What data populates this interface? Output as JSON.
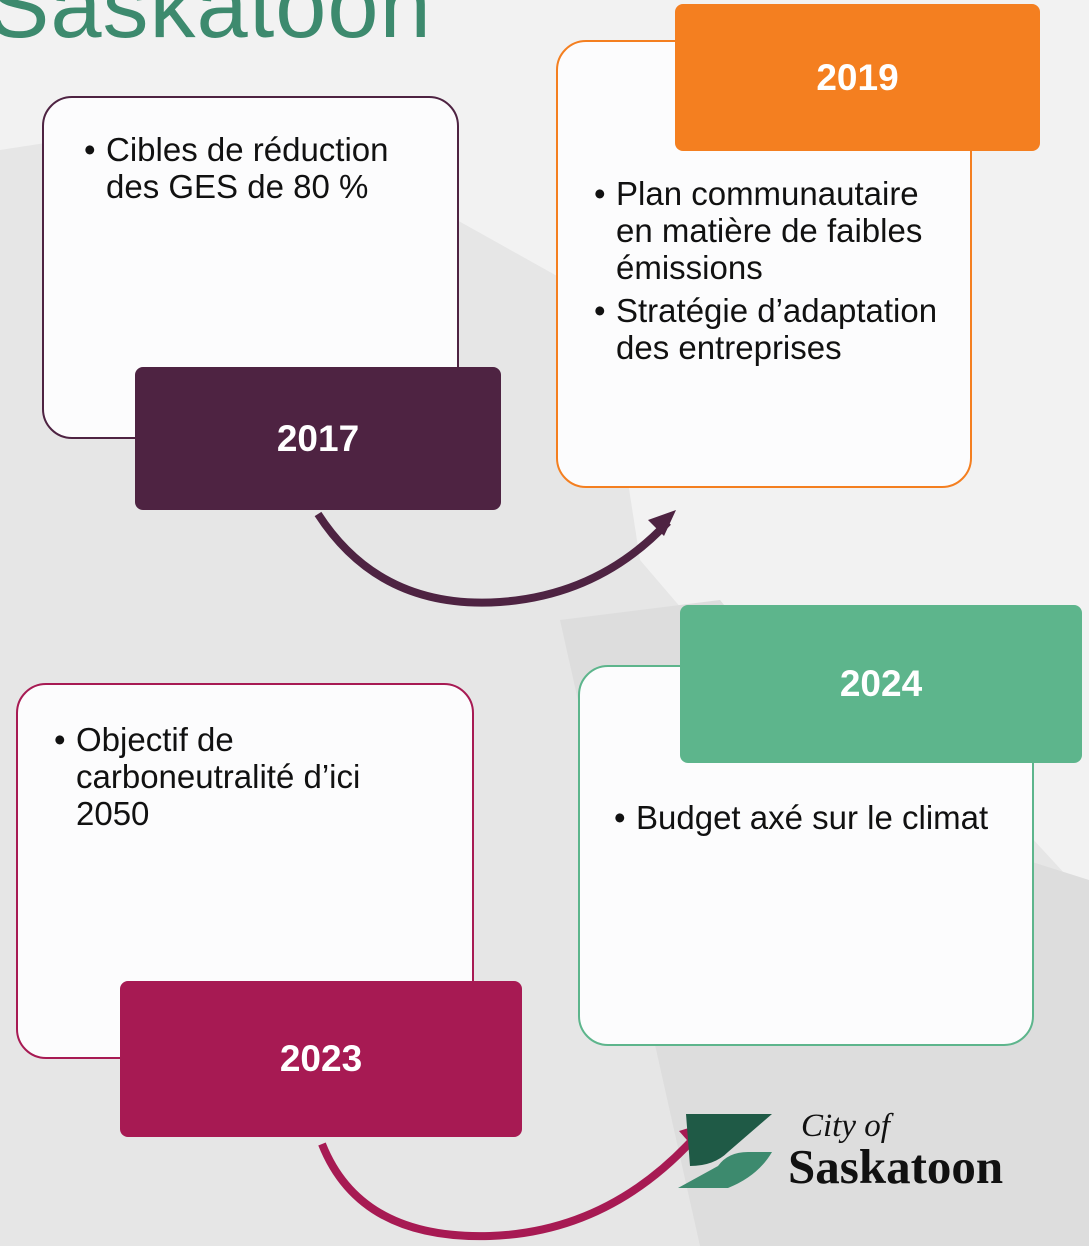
{
  "header": {
    "title": "Saskatoon"
  },
  "milestones": [
    {
      "year": "2017",
      "color": "#4e2342",
      "items": [
        "Cibles de réduction des GES de 80 %"
      ]
    },
    {
      "year": "2019",
      "color": "#f47f20",
      "items": [
        "Plan communautaire en matière de faibles émissions",
        "Stratégie d’adaptation des entreprises"
      ]
    },
    {
      "year": "2023",
      "color": "#a71a53",
      "items": [
        "Objectif de carboneutralité d’ici 2050"
      ]
    },
    {
      "year": "2024",
      "color": "#5db58c",
      "items": [
        "Budget axé sur le climat"
      ]
    }
  ],
  "logo": {
    "line1": "City of",
    "line2": "Saskatoon",
    "colors": [
      "#1f5a46",
      "#3d8a6e"
    ]
  }
}
